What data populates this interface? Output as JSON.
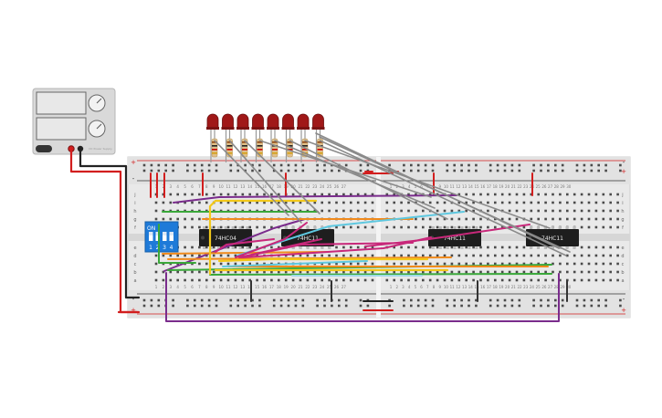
{
  "power_supply": {
    "label": "DC Power Supply"
  },
  "breadboard": {
    "left_half_cols": 27,
    "right_half_cols": 30
  },
  "chips": [
    {
      "id": "u1",
      "label": "74HC04"
    },
    {
      "id": "u2",
      "label": "74HC11"
    },
    {
      "id": "u3",
      "label": "74HC11"
    },
    {
      "id": "u4",
      "label": "74HC11"
    }
  ],
  "dip_switch": {
    "title": "ON",
    "positions": [
      "1",
      "2",
      "3",
      "4"
    ]
  },
  "leds": {
    "count": 8,
    "color": "#a01818"
  },
  "row_letters_top": [
    "j",
    "i",
    "h",
    "g",
    "f"
  ],
  "row_letters_bottom": [
    "e",
    "d",
    "c",
    "b",
    "a"
  ],
  "rail_symbols": {
    "plus": "+",
    "minus": "-"
  },
  "colors": {
    "red": "#d21e1e",
    "black": "#222222",
    "orange": "#f08a1c",
    "yellow": "#f2c81a",
    "green": "#3aa83a",
    "purple": "#7a2c8c",
    "magenta": "#c8287a",
    "cyan": "#5ec8e0",
    "gray": "#8a8a8a"
  }
}
